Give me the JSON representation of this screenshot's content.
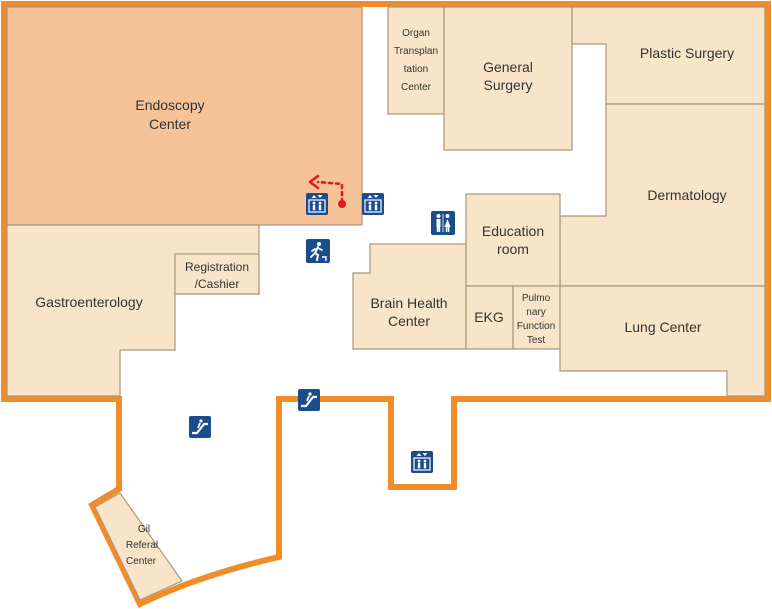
{
  "colors": {
    "outline": "#f28c28",
    "room": "#f8e5c9",
    "highlight_room": "#f5c397",
    "icon": "#1b4c8c",
    "route": "#e8161d"
  },
  "rooms": {
    "endoscopy": [
      "Endoscopy",
      "Center"
    ],
    "organ": [
      "Organ",
      "Transplan",
      "tation",
      "Center"
    ],
    "general": [
      "General",
      "Surgery"
    ],
    "plastic": [
      "Plastic Surgery"
    ],
    "dermatology": [
      "Dermatology"
    ],
    "education": [
      "Education",
      "room"
    ],
    "brain": [
      "Brain Health",
      "Center"
    ],
    "ekg": [
      "EKG"
    ],
    "pulmonary": [
      "Pulmo",
      "nary",
      "Function",
      "Test"
    ],
    "lung": [
      "Lung Center"
    ],
    "registration": [
      "Registration",
      "/Cashier"
    ],
    "gastro": [
      "Gastroenterology"
    ],
    "gil": [
      "Gil",
      "Referal",
      "Center"
    ]
  },
  "icons": {
    "elevator": "elevator-icon",
    "restroom": "restroom-icon",
    "emergency_exit": "emergency-exit-icon",
    "escalator": "escalator-icon"
  }
}
